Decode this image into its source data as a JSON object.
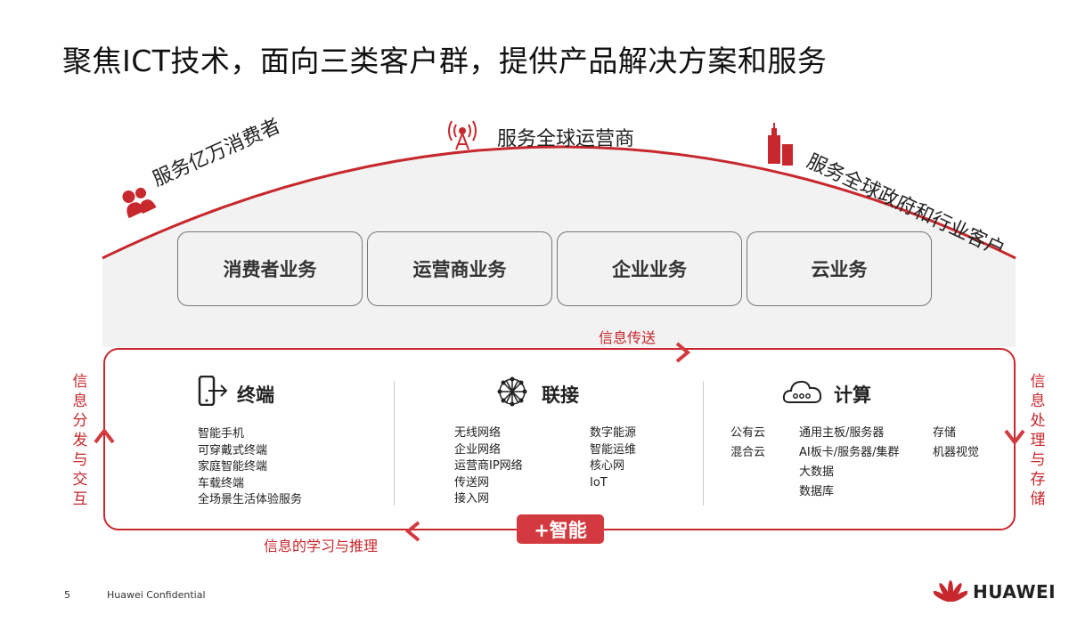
{
  "title": "聚焦ICT技术，面向三类客户群，提供产品解决方案和服务",
  "arc_labels": {
    "consumers": "服务亿万消费者",
    "carriers": "服务全球运营商",
    "enterprise": "服务全球政府和行业客户"
  },
  "businesses": [
    "消费者业务",
    "运营商业务",
    "企业业务",
    "云业务"
  ],
  "flow": {
    "top": "信息传送",
    "bottom": "信息的学习与推理",
    "left": "信息分发与交互",
    "right": "信息处理与存储"
  },
  "sections": {
    "terminal": {
      "title": "终端",
      "items": [
        "智能手机",
        "可穿戴式终端",
        "家庭智能终端",
        "车载终端",
        "全场景生活体验服务"
      ]
    },
    "connect": {
      "title": "联接",
      "col1": [
        "无线网络",
        "企业网络",
        "运营商IP网络",
        "传送网",
        "接入网"
      ],
      "col2": [
        "数字能源",
        "智能运维",
        "核心网",
        "IoT"
      ]
    },
    "compute": {
      "title": "计算",
      "col1": [
        "公有云",
        "混合云"
      ],
      "col2": [
        "通用主板/服务器",
        "AI板卡/服务器/集群",
        "大数据",
        "数据库"
      ],
      "col3": [
        "存储",
        "机器视觉"
      ]
    }
  },
  "ai_badge": "+智能",
  "footer": {
    "page": "5",
    "confidential": "Huawei Confidential",
    "brand": "HUAWEI"
  },
  "colors": {
    "accent": "#c7282d",
    "panel": "#f2f2f2"
  }
}
